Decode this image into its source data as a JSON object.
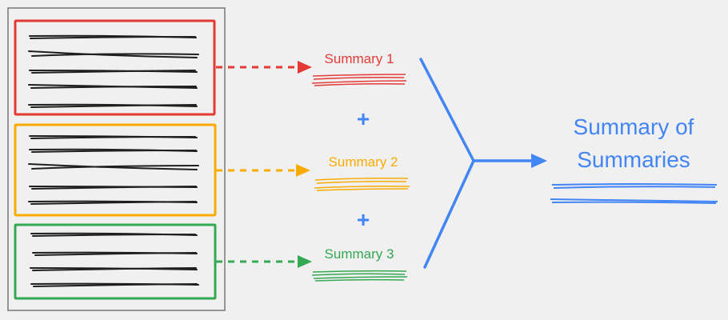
{
  "colors": {
    "red": "#e53935",
    "yellow": "#f9ab00",
    "green": "#34a853",
    "blue": "#4285f4",
    "ink": "#1f1f1f",
    "frame": "#777777"
  },
  "summaries": [
    {
      "label": "Summary 1",
      "color": "red"
    },
    {
      "label": "Summary 2",
      "color": "yellow"
    },
    {
      "label": "Summary 3",
      "color": "green"
    }
  ],
  "plus_signs": [
    "+",
    "+"
  ],
  "result": {
    "line1": "Summary of",
    "line2": "Summaries"
  }
}
